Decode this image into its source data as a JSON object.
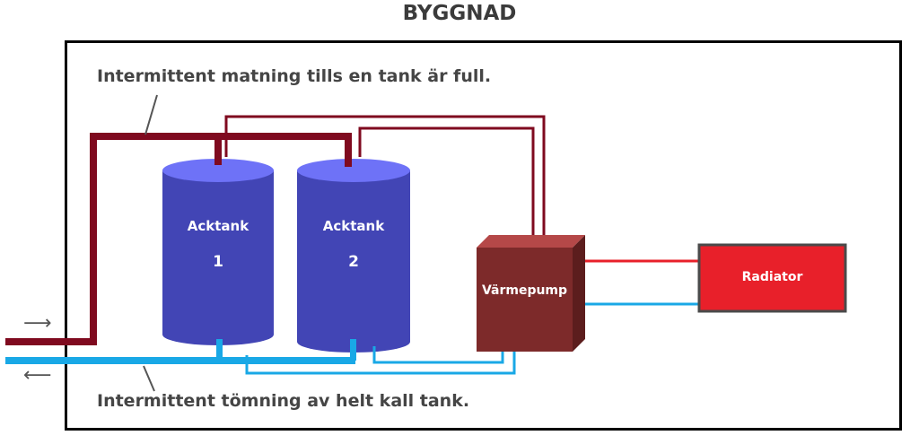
{
  "title": "BYGGNAD",
  "annotations": {
    "top": "Intermittent matning tills en tank är full.",
    "bottom": "Intermittent tömning av helt kall tank."
  },
  "tanks": [
    {
      "name": "Acktank",
      "number": "1"
    },
    {
      "name": "Acktank",
      "number": "2"
    }
  ],
  "heat_pump": {
    "label": "Värmepump"
  },
  "radiator": {
    "label": "Radiator"
  },
  "arrows": {
    "in": "⟶",
    "out": "⟵"
  },
  "colors": {
    "hot_pipe": "#7f0a1f",
    "cold_pipe": "#19a8e6",
    "tank": "#4245b5",
    "tank_top": "#6e72f7",
    "heat_pump": "#7d2a2a",
    "radiator": "#e8202a",
    "frame": "#000000"
  }
}
